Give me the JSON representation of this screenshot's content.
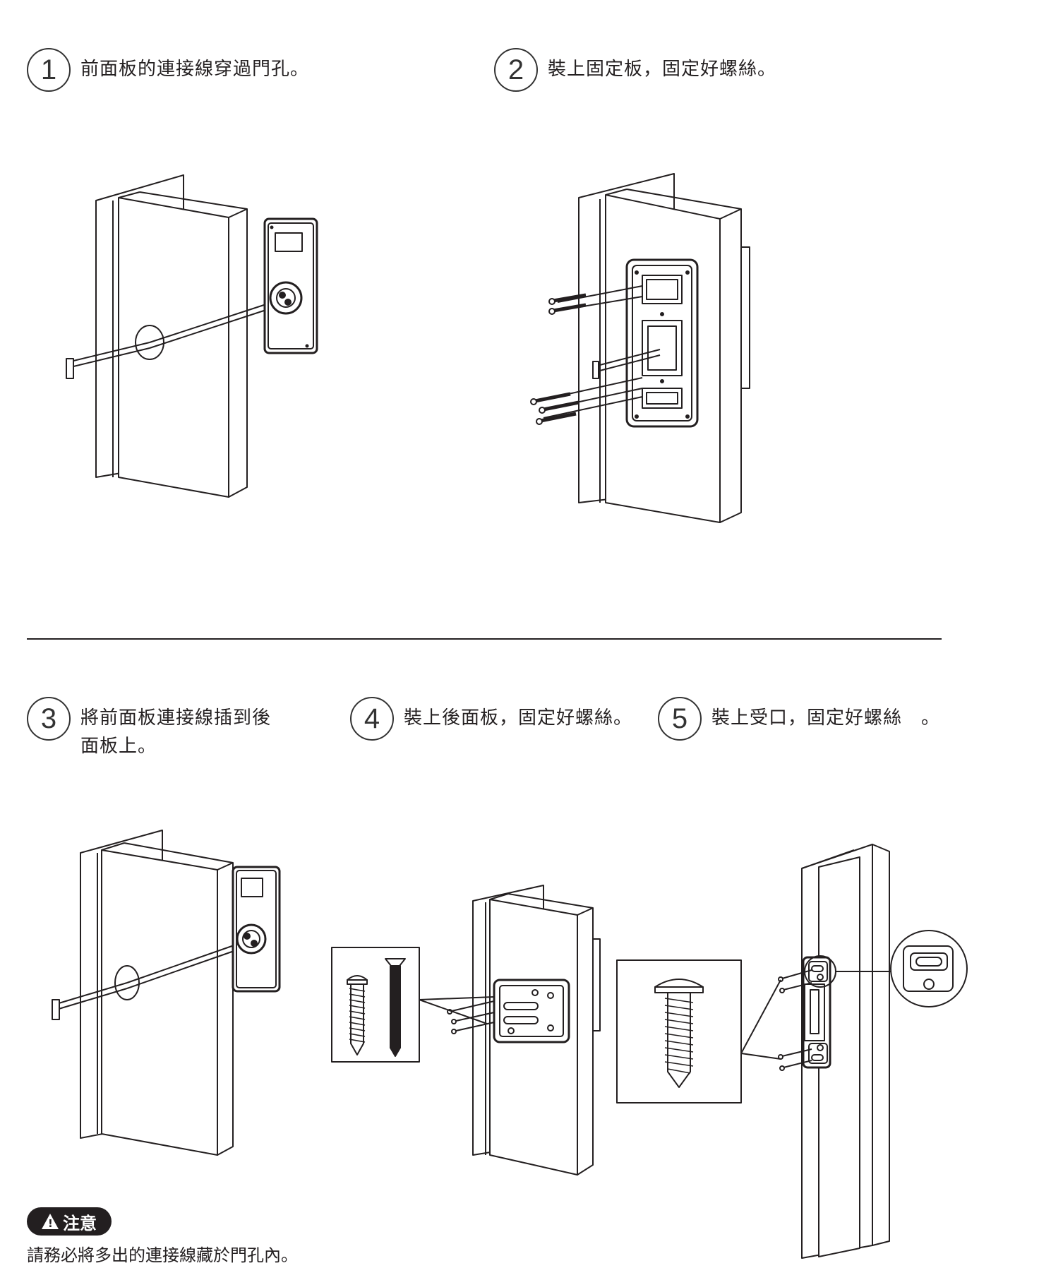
{
  "steps": [
    {
      "number": "1",
      "text": "前面板的連接線穿過門孔。"
    },
    {
      "number": "2",
      "text": "裝上固定板，固定好螺絲。"
    },
    {
      "number": "3",
      "text_line1": "將前面板連接線插到後",
      "text_line2": "面板上。"
    },
    {
      "number": "4",
      "text": "裝上後面板，固定好螺絲。"
    },
    {
      "number": "5",
      "text": "裝上受口，固定好螺絲　。"
    }
  ],
  "warning": {
    "badge_label": "注意",
    "icon": "warning-triangle-icon",
    "text": "請務必將多出的連接線藏於門孔內。"
  },
  "colors": {
    "ink": "#231f20",
    "background": "#ffffff"
  }
}
